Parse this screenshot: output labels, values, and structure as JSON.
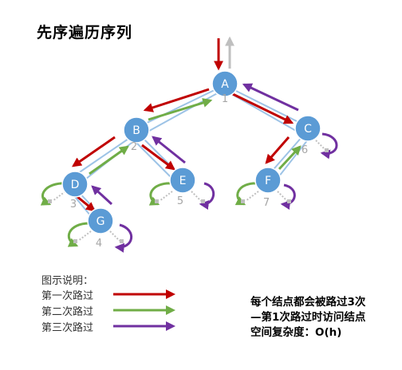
{
  "title": "先序遍历序列",
  "colors": {
    "first": "#c00000",
    "second": "#70ad47",
    "third": "#7030a0",
    "node_fill": "#5b9bd5",
    "edge": "#9dc3e6",
    "entry_gray": "#bfbfbf",
    "stub_gray": "#bfbfbf",
    "order_num": "#a6a6a6"
  },
  "nodes": [
    {
      "id": "A",
      "label": "A",
      "order": "1"
    },
    {
      "id": "B",
      "label": "B",
      "order": "2"
    },
    {
      "id": "C",
      "label": "C",
      "order": "6"
    },
    {
      "id": "D",
      "label": "D",
      "order": "3"
    },
    {
      "id": "E",
      "label": "E",
      "order": "5"
    },
    {
      "id": "F",
      "label": "F",
      "order": "7"
    },
    {
      "id": "G",
      "label": "G",
      "order": "4"
    }
  ],
  "legend": {
    "title": "图示说明：",
    "items": [
      {
        "label": "第一次路过",
        "color": "#c00000"
      },
      {
        "label": "第二次路过",
        "color": "#70ad47"
      },
      {
        "label": "第三次路过",
        "color": "#7030a0"
      }
    ]
  },
  "notes": [
    "每个结点都会被路过3次",
    "—第1次路过时访问结点",
    "空间复杂度：O(h)"
  ]
}
